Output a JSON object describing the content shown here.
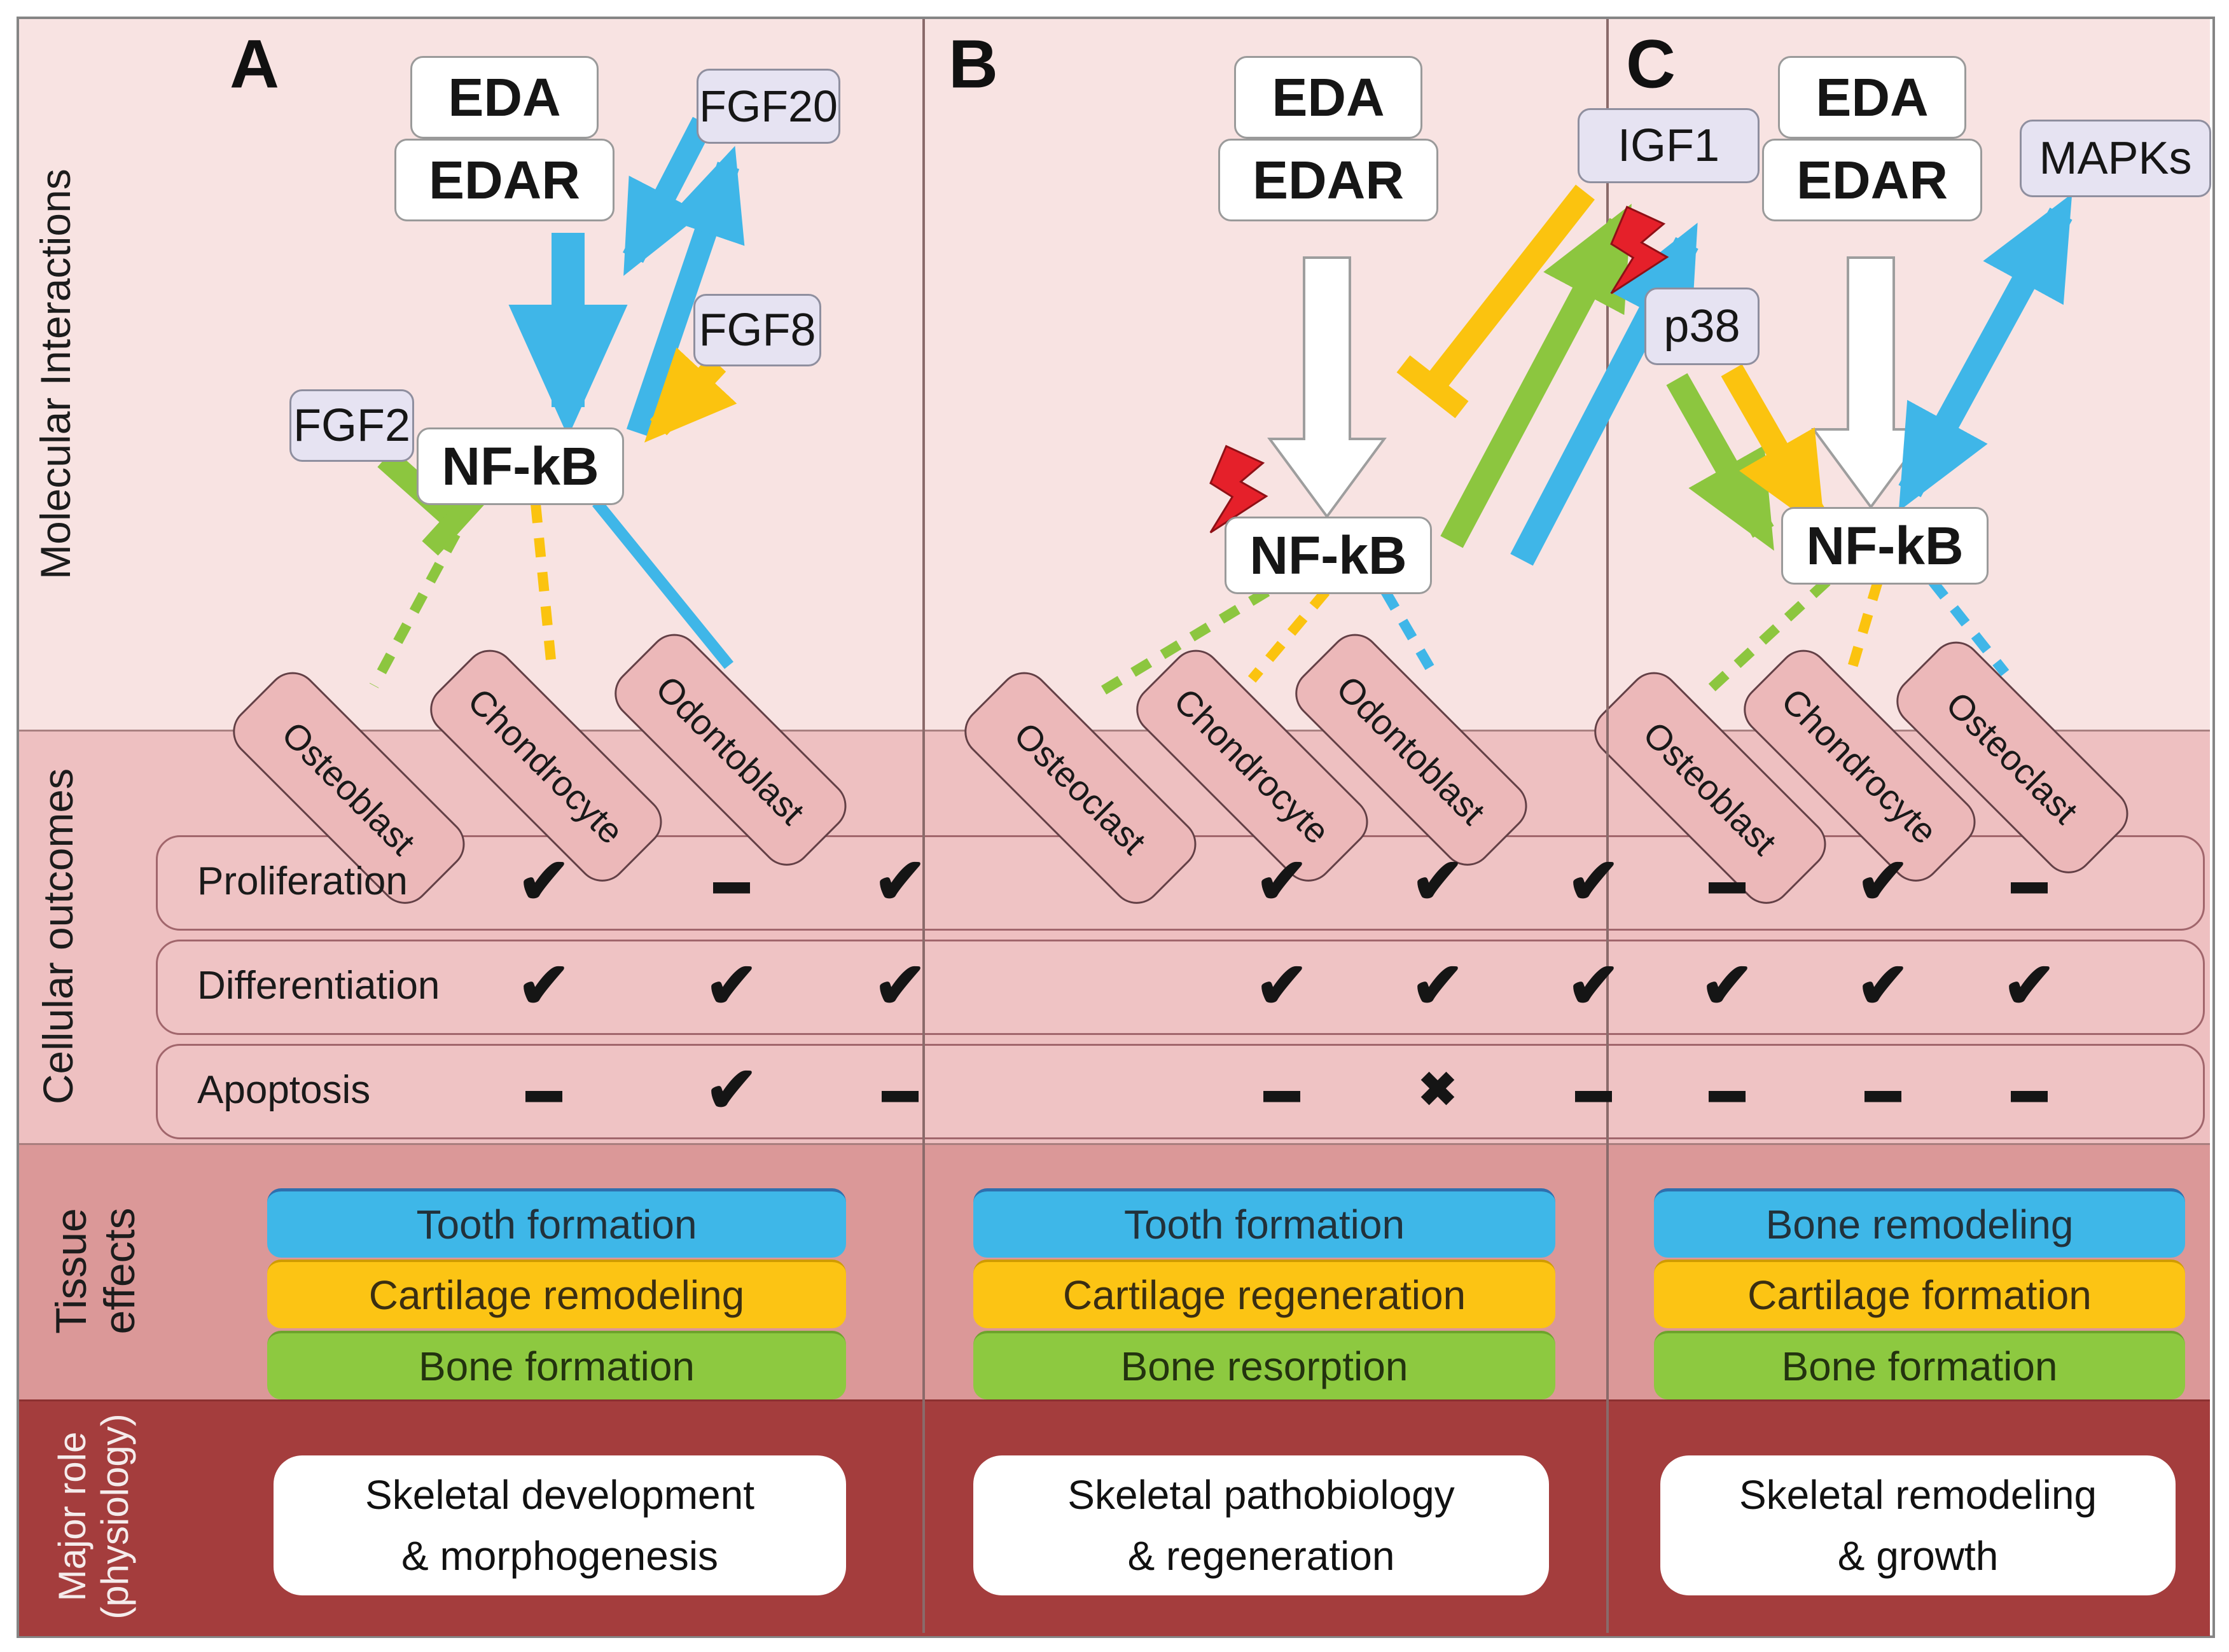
{
  "sidebar": {
    "sections": [
      {
        "lines": [
          "Molecular Interactions"
        ]
      },
      {
        "lines": [
          "Cellular outcomes"
        ]
      },
      {
        "lines": [
          "Tissue",
          "effects"
        ]
      },
      {
        "lines": [
          "Major role",
          "(physiology)"
        ]
      }
    ]
  },
  "outcome_rows": [
    "Proliferation",
    "Differentiation",
    "Apoptosis"
  ],
  "marks_glyphs": {
    "check": "✔",
    "dash": "▬",
    "cross": "✖"
  },
  "panels": [
    {
      "letter": "A",
      "molecules": {
        "eda": "EDA",
        "edar": "EDAR",
        "nfkb": "NF-kB",
        "fgf20": "FGF20",
        "fgf2": "FGF2",
        "fgf8": "FGF8"
      },
      "cells": [
        "Osteoblast",
        "Chondrocyte",
        "Odontoblast"
      ],
      "outcomes": [
        [
          "check",
          "dash",
          "check"
        ],
        [
          "check",
          "check",
          "check"
        ],
        [
          "dash",
          "check",
          "dash"
        ]
      ],
      "tissue_effects": [
        "Tooth formation",
        "Cartilage remodeling",
        "Bone formation"
      ],
      "major_role": [
        "Skeletal development",
        "& morphogenesis"
      ]
    },
    {
      "letter": "B",
      "molecules": {
        "eda": "EDA",
        "edar": "EDAR",
        "nfkb": "NF-kB",
        "igf1": "IGF1"
      },
      "cells": [
        "Osteoclast",
        "Chondrocyte",
        "Odontoblast"
      ],
      "outcomes": [
        [
          "check",
          "check",
          "check"
        ],
        [
          "check",
          "check",
          "check"
        ],
        [
          "dash",
          "cross",
          "dash"
        ]
      ],
      "tissue_effects": [
        "Tooth formation",
        "Cartilage regeneration",
        "Bone resorption"
      ],
      "major_role": [
        "Skeletal pathobiology",
        "& regeneration"
      ]
    },
    {
      "letter": "C",
      "molecules": {
        "eda": "EDA",
        "edar": "EDAR",
        "nfkb": "NF-kB",
        "mapks": "MAPKs",
        "p38": "p38"
      },
      "cells": [
        "Osteoblast",
        "Chondrocyte",
        "Osteoclast"
      ],
      "outcomes": [
        [
          "dash",
          "check",
          "dash"
        ],
        [
          "check",
          "check",
          "check"
        ],
        [
          "dash",
          "dash",
          "dash"
        ]
      ],
      "tissue_effects": [
        "Bone remodeling",
        "Cartilage formation",
        "Bone formation"
      ],
      "major_role": [
        "Skeletal remodeling",
        "& growth"
      ]
    }
  ],
  "colors": {
    "band_molecular": "#f8e3e2",
    "band_cellular": "#eec0c1",
    "band_tissue": "#db9898",
    "band_major": "#a43d3d",
    "arrow_blue": "#3fb6e8",
    "arrow_yellow": "#fbc30f",
    "arrow_green": "#8cc63f",
    "arrow_white": "#ffffff",
    "lightning_red": "#e5202a",
    "bar_blue": "#3eb7e8",
    "bar_yellow": "#fcc414",
    "bar_green": "#8dc940"
  }
}
